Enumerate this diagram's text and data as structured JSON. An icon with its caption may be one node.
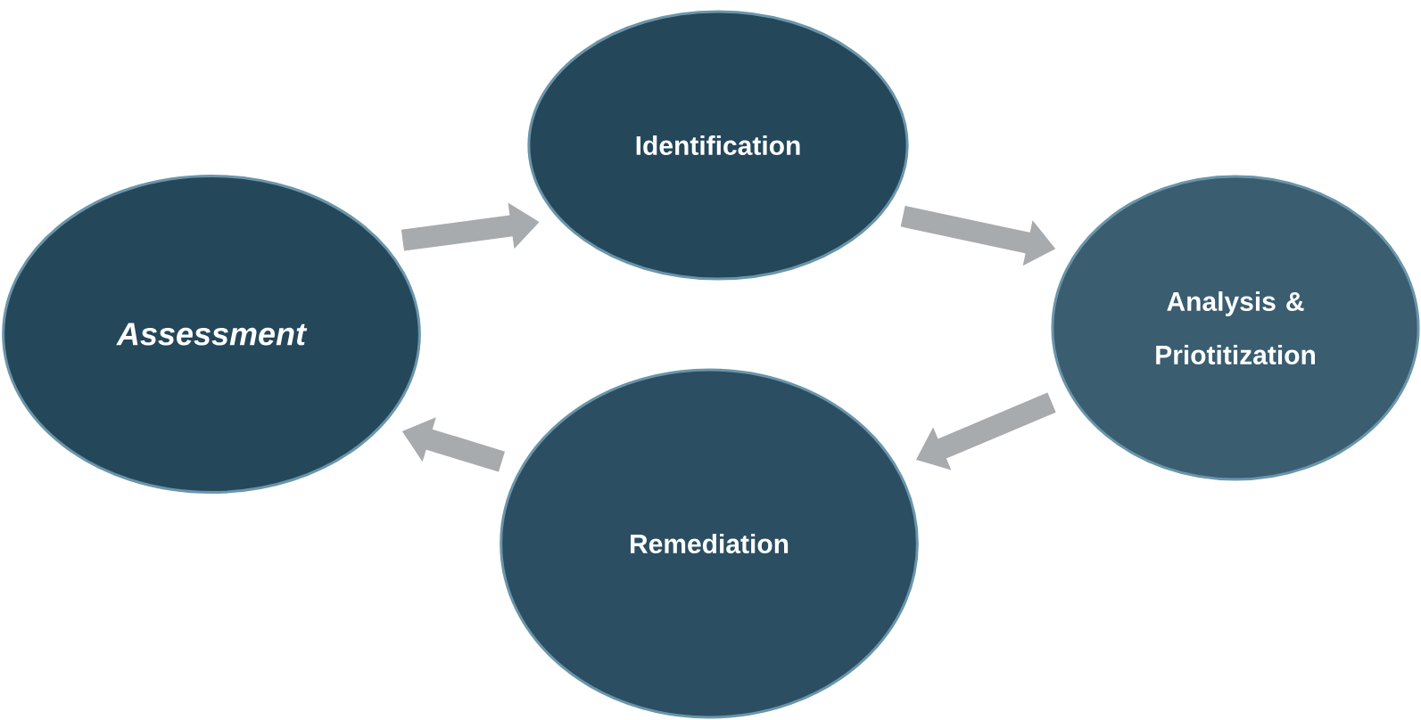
{
  "diagram": {
    "nodes": [
      {
        "text": [
          "Identification"
        ]
      },
      {
        "text": [
          "Assessment"
        ]
      },
      {
        "text": [
          "Analysis & Priotitization"
        ]
      },
      {
        "text": [
          "Remediation"
        ]
      }
    ],
    "edges": [
      {
        "from": 1,
        "to": 0,
        "arrow": "to"
      },
      {
        "from": 0,
        "to": 2,
        "arrow": "to"
      },
      {
        "from": 2,
        "to": 3,
        "arrow": "to"
      },
      {
        "from": 3,
        "to": 1,
        "arrow": "to"
      }
    ]
  }
}
